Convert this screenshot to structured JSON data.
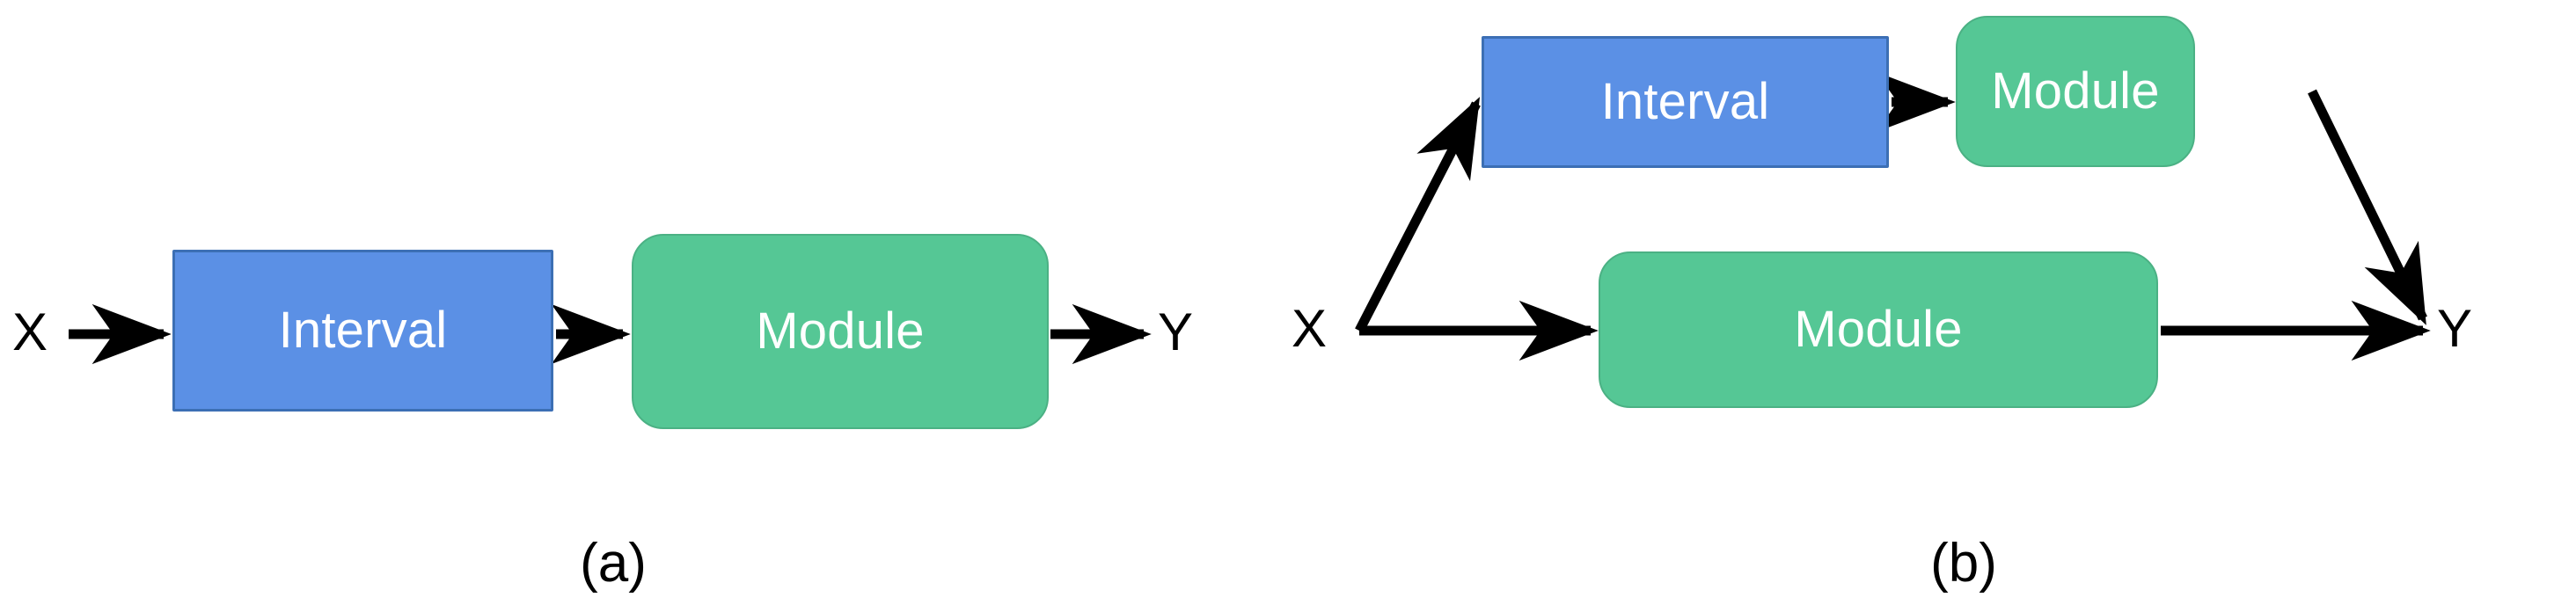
{
  "figure": {
    "background_color": "#ffffff",
    "edge_color": "#000000",
    "panels": [
      {
        "id": "a",
        "caption": "(a)",
        "description": "Serial pipeline: X feeds an Interval block, whose output feeds a Module block, producing Y.",
        "nodes": [
          {
            "id": "a-x",
            "label": "X",
            "kind": "terminal"
          },
          {
            "id": "a-interval",
            "label": "Interval",
            "kind": "interval-block",
            "color": "#5B90E5",
            "border_color": "#3C6FB4",
            "shape": "rectangle"
          },
          {
            "id": "a-module",
            "label": "Module",
            "kind": "module-block",
            "color": "#55C795",
            "border_color": "#4BB184",
            "shape": "rounded-rectangle"
          },
          {
            "id": "a-y",
            "label": "Y",
            "kind": "terminal"
          }
        ],
        "edges": [
          {
            "from": "a-x",
            "to": "a-interval",
            "style": "straight-arrow"
          },
          {
            "from": "a-interval",
            "to": "a-module",
            "style": "straight-arrow"
          },
          {
            "from": "a-module",
            "to": "a-y",
            "style": "straight-arrow"
          }
        ]
      },
      {
        "id": "b",
        "caption": "(b)",
        "description": "Two parallel branches from X: an upper branch through Interval then Module, and a lower branch straight through a Module; both converge on Y.",
        "nodes": [
          {
            "id": "b-x",
            "label": "X",
            "kind": "terminal"
          },
          {
            "id": "b-interval",
            "label": "Interval",
            "kind": "interval-block",
            "color": "#5B90E5",
            "border_color": "#3C6FB4",
            "shape": "rectangle"
          },
          {
            "id": "b-module-top",
            "label": "Module",
            "kind": "module-block",
            "color": "#55C795",
            "border_color": "#4BB184",
            "shape": "rounded-rectangle"
          },
          {
            "id": "b-module-bot",
            "label": "Module",
            "kind": "module-block",
            "color": "#55C795",
            "border_color": "#4BB184",
            "shape": "rounded-rectangle"
          },
          {
            "id": "b-y",
            "label": "Y",
            "kind": "terminal"
          }
        ],
        "edges": [
          {
            "from": "b-x",
            "to": "b-interval",
            "style": "diagonal-arrow-up"
          },
          {
            "from": "b-interval",
            "to": "b-module-top",
            "style": "straight-arrow"
          },
          {
            "from": "b-module-top",
            "to": "b-y",
            "style": "diagonal-arrow-down"
          },
          {
            "from": "b-x",
            "to": "b-module-bot",
            "style": "straight-arrow"
          },
          {
            "from": "b-module-bot",
            "to": "b-y",
            "style": "straight-arrow"
          }
        ]
      }
    ]
  }
}
